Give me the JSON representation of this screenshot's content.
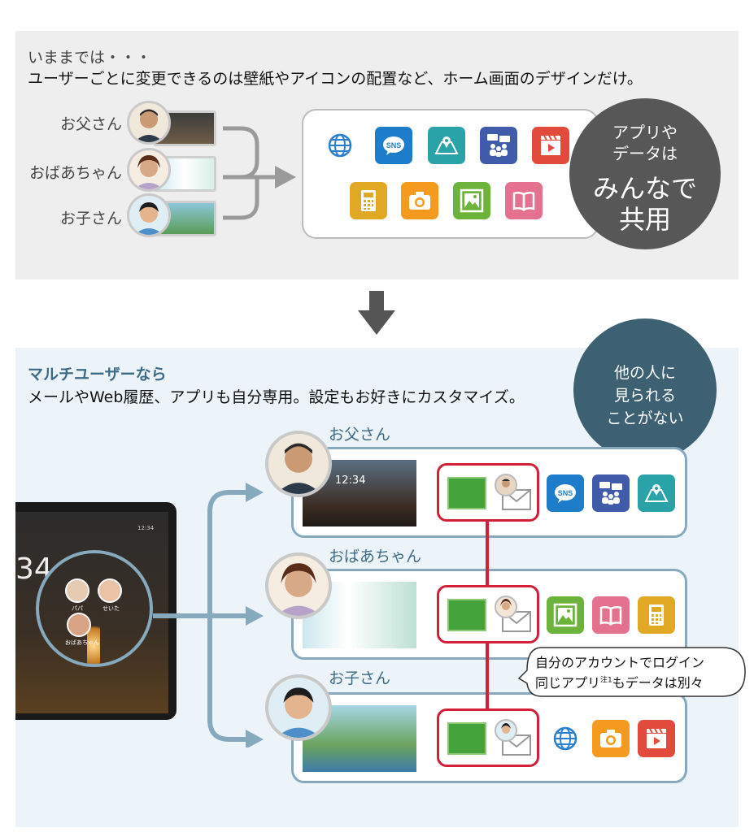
{
  "top": {
    "lead": "いままでは・・・",
    "description": "ユーザーごとに変更できるのは壁紙やアイコンの配置など、ホーム画面のデザインだけ。",
    "users": [
      {
        "label": "お父さん"
      },
      {
        "label": "おばあちゃん"
      },
      {
        "label": "お子さん"
      }
    ],
    "shared_apps": [
      "globe-icon",
      "sns-icon",
      "map-icon",
      "people-icon",
      "video-icon",
      "calculator-icon",
      "camera-icon",
      "gallery-icon",
      "book-icon"
    ],
    "share_bubble": {
      "line1": "アプリや",
      "line2": "データは",
      "line3": "みんなで",
      "line4": "共用"
    }
  },
  "bottom": {
    "title": "マルチユーザーなら",
    "description": "メールやWeb履歴、アプリも自分専用。設定もお好きにカスタマイズ。",
    "private_bubble": {
      "line1": "他の人に",
      "line2": "見られる",
      "line3": "ことがない"
    },
    "tablet": {
      "clock": "34",
      "time_small": "12:34",
      "mini_users": [
        "パパ",
        "せいた",
        "おばあちゃん"
      ]
    },
    "users": [
      {
        "label": "お父さん",
        "screen_time": "12:34",
        "apps": [
          "sns-icon",
          "people-icon",
          "map-icon"
        ]
      },
      {
        "label": "おばあちゃん",
        "apps": [
          "gallery-icon",
          "book-icon",
          "calculator-icon"
        ]
      },
      {
        "label": "お子さん",
        "apps": [
          "globe-icon",
          "camera-icon",
          "video-icon"
        ]
      }
    ],
    "callout": {
      "line1": "自分のアカウントでログイン",
      "line2_pre": "同じアプリ",
      "line2_note": "注1",
      "line2_post": "もデータは別々"
    }
  },
  "colors": {
    "top_bg": "#eeeeee",
    "bottom_bg": "#edf4f9",
    "accent_blue": "#3d6a86",
    "private_red": "#d31f38",
    "share_gray": "#575757"
  }
}
